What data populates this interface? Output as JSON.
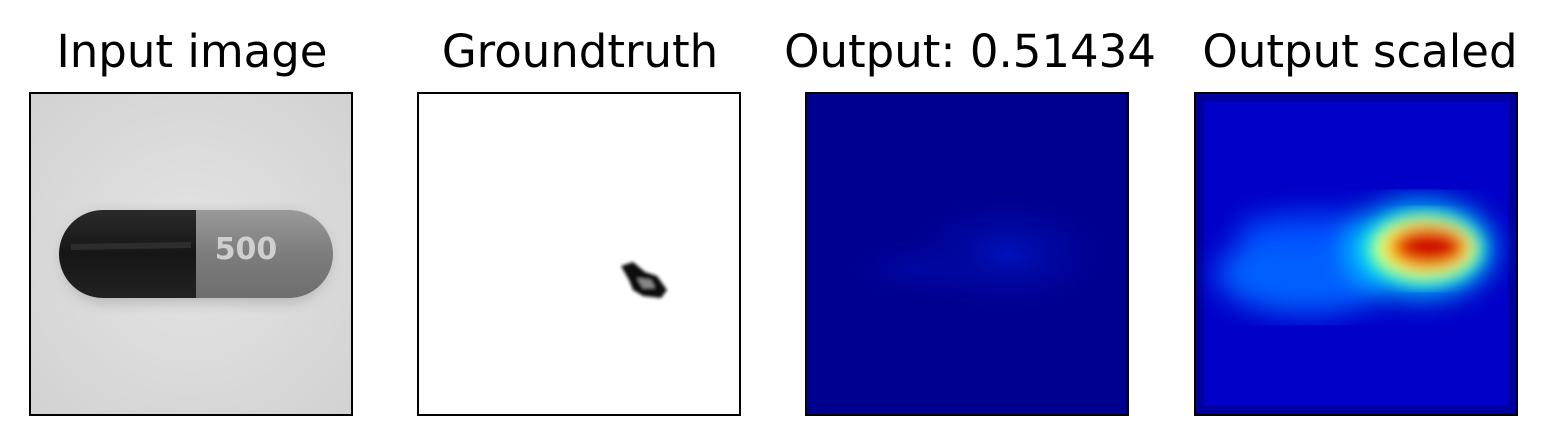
{
  "panels": [
    {
      "title": "Input image"
    },
    {
      "title": "Groundtruth"
    },
    {
      "title": "Output: 0.51434"
    },
    {
      "title": "Output scaled"
    }
  ],
  "capsule": {
    "marking": "500"
  },
  "colors": {
    "frame_border": "#000000",
    "input_background": "#dcdcdc",
    "capsule_dark": "#1c1c1c",
    "capsule_light": "#8a8a8a",
    "capsule_text": "#cfcfcf",
    "groundtruth_background": "#ffffff",
    "groundtruth_defect": "#111111",
    "output_background": "#00008f",
    "output_blob": "#0010b0",
    "scaled_background": "#0000c8",
    "scaled_hot": "#d00000",
    "scaled_warm": "#ffff30",
    "scaled_cool": "#00c8ff"
  }
}
